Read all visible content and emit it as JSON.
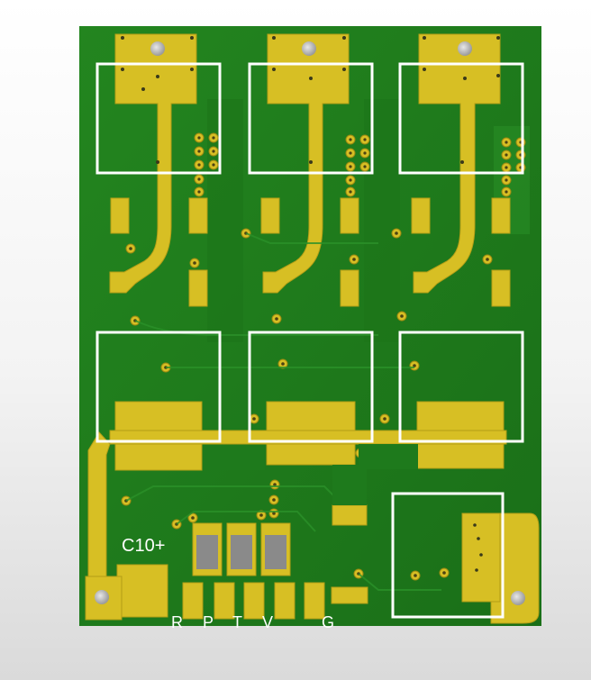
{
  "colors": {
    "board": "#1e7a1c",
    "board_dark": "#176416",
    "copper": "#d7bf24",
    "copper_edge": "#b39e16",
    "via_hole": "#3a3a1a",
    "silkscreen": "#ffffff",
    "component_gray": "#8a8a8a",
    "selection_box": "#ffffff"
  },
  "labels": {
    "capacitor": "C10+",
    "pin_r": "R",
    "pin_p": "P",
    "pin_t": "T",
    "pin_v": "V",
    "pin_g": "G"
  },
  "icons": {
    "mounting_hole": "round-hole-icon",
    "via": "via-dot-icon"
  }
}
